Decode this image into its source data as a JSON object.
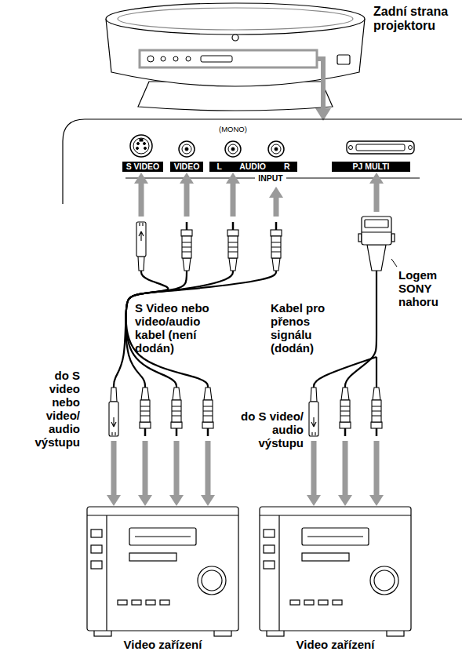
{
  "diagram": {
    "nodes": [
      {
        "text": [
          "Zadní strana projektoru"
        ]
      },
      {
        "text": [
          "S VIDEO"
        ]
      },
      {
        "text": [
          "VIDEO"
        ]
      },
      {
        "text": [
          "L AUDIO R"
        ]
      },
      {
        "text": [
          "PJ MULTI"
        ]
      },
      {
        "text": [
          "Video zařízení"
        ]
      },
      {
        "text": [
          "Video zařízení"
        ]
      }
    ],
    "edges": [
      {
        "from": 5,
        "to": 1,
        "arrow": "both"
      },
      {
        "from": 5,
        "to": 2,
        "arrow": "both"
      },
      {
        "from": 5,
        "to": 3,
        "arrow": "both"
      },
      {
        "from": 6,
        "to": 4,
        "arrow": "both"
      }
    ],
    "labels": [
      "(MONO)",
      "INPUT",
      "S Video nebo video/audio kabel (není dodán)",
      "Kabel pro přenos signálu (dodán)",
      "Logem SONY nahoru",
      "do S video nebo video/ audio výstupu",
      "do S video/ audio výstupu"
    ]
  }
}
